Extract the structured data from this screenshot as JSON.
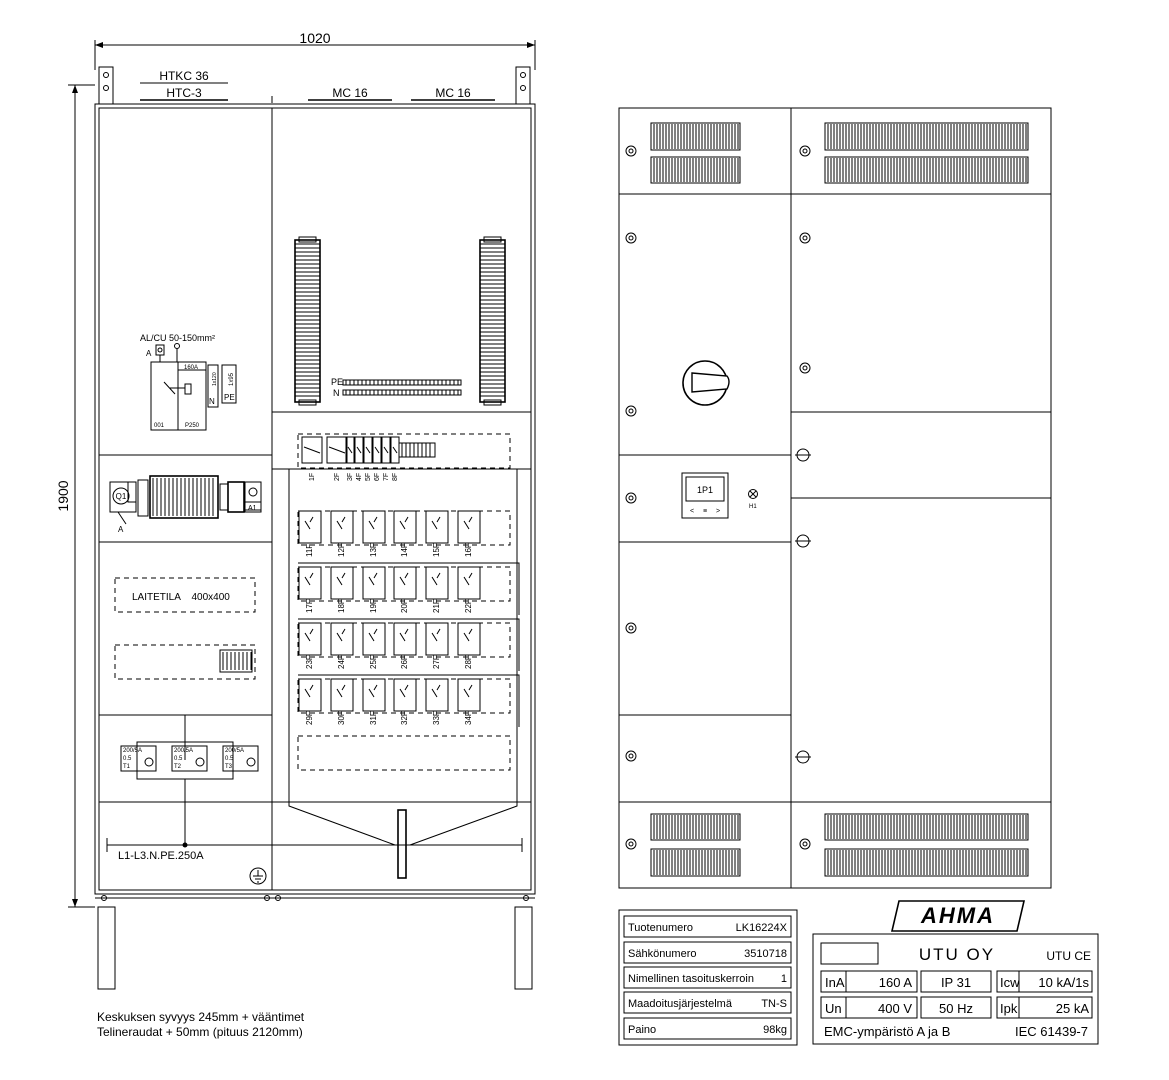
{
  "dimensions": {
    "width": "1020",
    "height": "1900"
  },
  "top_labels": {
    "left_top": "HTKC 36",
    "left_bottom": "HTC-3",
    "mc1": "MC 16",
    "mc2": "MC 16"
  },
  "switch_block": {
    "cable": "AL/CU 50-150mm²",
    "amp": "160A",
    "id_left": "001",
    "id_right": "P250",
    "n_label": "N",
    "n_size": "1x120",
    "pe_label": "PE",
    "pe_size": "1x95",
    "a_label": "A"
  },
  "meter_row": {
    "q": "Q1",
    "a1": "A1",
    "a": "A"
  },
  "laitetila": "LAITETILA    400x400",
  "pe_n": {
    "pe": "PE",
    "n": "N"
  },
  "fuse_top": [
    "1F",
    "2F",
    "3F",
    "4F",
    "5F",
    "6F",
    "7F",
    "8F"
  ],
  "fuse_rows": [
    [
      "11F",
      "12F",
      "13F",
      "14F",
      "15F",
      "16F"
    ],
    [
      "17F",
      "18F",
      "19F",
      "20F",
      "21F",
      "22F"
    ],
    [
      "23F",
      "24F",
      "25F",
      "26F",
      "27F",
      "28F"
    ],
    [
      "29F",
      "30F",
      "31F",
      "32F",
      "33F",
      "34F"
    ]
  ],
  "ct_units": [
    {
      "ratio": "200/5A",
      "cls": "0.5",
      "id": "T1"
    },
    {
      "ratio": "200/5A",
      "cls": "0.5",
      "id": "T2"
    },
    {
      "ratio": "200/5A",
      "cls": "0.5",
      "id": "T3"
    }
  ],
  "busbar_label": "L1-L3.N.PE.250A",
  "footnote": [
    "Keskuksen syvyys 245mm + vääntimet",
    "Telineraudat + 50mm (pituus 2120mm)"
  ],
  "front": {
    "module": "1P1",
    "h1": "H1",
    "nav": [
      "<",
      "≡",
      ">"
    ]
  },
  "info_table": [
    {
      "label": "Tuotenumero",
      "value": "LK16224X"
    },
    {
      "label": "Sähkönumero",
      "value": "3510718"
    },
    {
      "label": "Nimellinen tasoituskerroin",
      "value": "1"
    },
    {
      "label": "Maadoitusjärjestelmä",
      "value": "TN-S"
    },
    {
      "label": "Paino",
      "value": "98kg"
    }
  ],
  "brand": {
    "logo": "AHMA",
    "company": "UTU OY",
    "marks": "UTU CE",
    "ina": "InA",
    "ina_val": "160 A",
    "ip": "IP 31",
    "icw": "Icw",
    "icw_val": "10 kA/1s",
    "un": "Un",
    "un_val": "400 V",
    "hz": "50 Hz",
    "ipk": "Ipk",
    "ipk_val": "25 kA",
    "emc": "EMC-ympäristö A ja B",
    "iec": "IEC 61439-7"
  }
}
